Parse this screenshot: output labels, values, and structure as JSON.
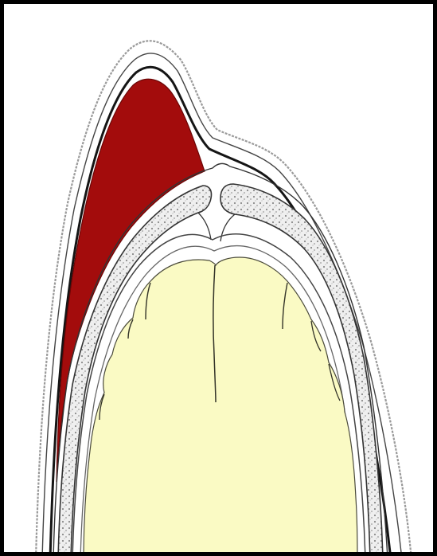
{
  "diagram": {
    "type": "anatomical-illustration",
    "elements": [
      {
        "name": "scalp-skin",
        "color": "#9a9a9a"
      },
      {
        "name": "galea-layer",
        "color": "#222222"
      },
      {
        "name": "hematoma",
        "color": "#a30c0c"
      },
      {
        "name": "skull-diploe",
        "color": "#e8e8e8"
      },
      {
        "name": "meninges",
        "color": "#555555"
      },
      {
        "name": "brain",
        "color": "#fafac4"
      }
    ],
    "colors": {
      "frame": "#000000",
      "background": "#ffffff",
      "hematoma": "#a30c0c",
      "brain": "#fafac4",
      "outline": "#333333"
    }
  }
}
